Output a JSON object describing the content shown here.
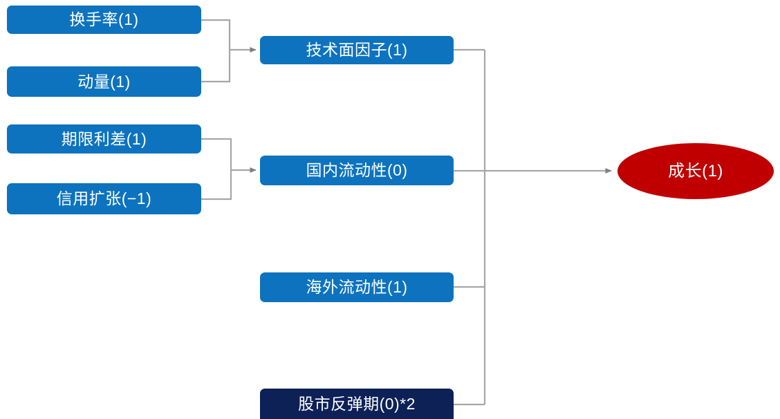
{
  "diagram": {
    "type": "flow-diagram",
    "title": "",
    "background_color": "#ffffff",
    "colors": {
      "node_blue": "#0d73bf",
      "node_navy": "#0d2157",
      "target_red": "#c00000",
      "connector_gray": "#a6a6a6",
      "arrowhead_gray": "#808080",
      "label_text": "#ffffff"
    },
    "nodes": {
      "turnover": {
        "label": "换手率(1)",
        "score": 1,
        "level": 1,
        "style": "blue-rect"
      },
      "momentum": {
        "label": "动量(1)",
        "score": 1,
        "level": 1,
        "style": "blue-rect"
      },
      "term_spread": {
        "label": "期限利差(1)",
        "score": 1,
        "level": 1,
        "style": "blue-rect"
      },
      "credit_expansion": {
        "label": "信用扩张(−1)",
        "score": -1,
        "level": 1,
        "style": "blue-rect"
      },
      "technical_factor": {
        "label": "技术面因子(1)",
        "score": 1,
        "level": 2,
        "style": "blue-rect"
      },
      "domestic_liquidity": {
        "label": "国内流动性(0)",
        "score": 0,
        "level": 2,
        "style": "blue-rect"
      },
      "overseas_liquidity": {
        "label": "海外流动性(1)",
        "score": 1,
        "level": 2,
        "style": "blue-rect"
      },
      "market_rebound": {
        "label": "股市反弹期(0)*2",
        "score": 0,
        "weight": 2,
        "level": 2,
        "style": "navy-rect"
      },
      "growth": {
        "label": "成长(1)",
        "score": 1,
        "level": 3,
        "style": "red-ellipse"
      }
    },
    "edges": [
      {
        "from": "turnover",
        "to": "technical_factor",
        "arrow": true
      },
      {
        "from": "momentum",
        "to": "technical_factor",
        "arrow": true
      },
      {
        "from": "term_spread",
        "to": "domestic_liquidity",
        "arrow": true
      },
      {
        "from": "credit_expansion",
        "to": "domestic_liquidity",
        "arrow": true
      },
      {
        "from": "technical_factor",
        "to": "growth",
        "arrow": true
      },
      {
        "from": "domestic_liquidity",
        "to": "growth",
        "arrow": true
      },
      {
        "from": "overseas_liquidity",
        "to": "growth",
        "arrow": true
      },
      {
        "from": "market_rebound",
        "to": "growth",
        "arrow": true
      }
    ]
  }
}
